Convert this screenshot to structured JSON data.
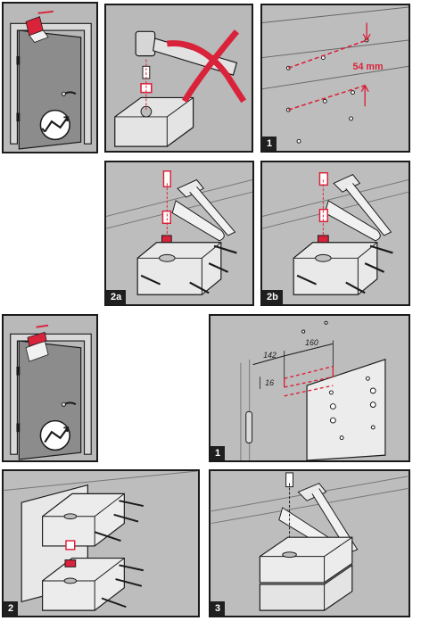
{
  "panels": {
    "p1": {},
    "p2": {},
    "p3": {
      "step": "1",
      "dimension": "54 mm"
    },
    "p4": {
      "step": "2a"
    },
    "p5": {
      "step": "2b"
    },
    "p6": {},
    "p7": {
      "step": "1",
      "dim_a": "142",
      "dim_b": "160",
      "dim_c": "16"
    },
    "p8": {
      "step": "2"
    },
    "p9": {
      "step": "3"
    }
  },
  "colors": {
    "panel_bg": "#b9b9b9",
    "accent_red": "#d8233a",
    "closer_body": "#e9e9e9",
    "outline": "#1a1a1a"
  }
}
